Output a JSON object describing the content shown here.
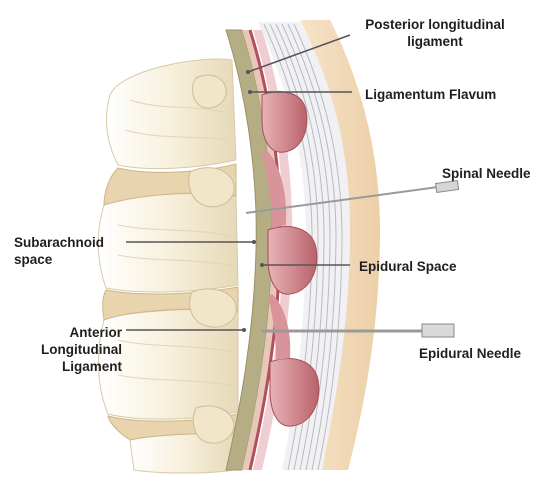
{
  "labels": {
    "posterior_longitudinal_ligament": "Posterior longitudinal\nligament",
    "ligamentum_flavum": "Ligamentum Flavum",
    "spinal_needle": "Spinal Needle",
    "subarachnoid_space": "Subarachnoid\nspace",
    "epidural_space": "Epidural Space",
    "anterior_longitudinal_ligament": "Anterior\nLongitudinal\nLigament",
    "epidural_needle": "Epidural Needle"
  },
  "colors": {
    "bone": "#f4ecd7",
    "bone_shadow": "#dccfae",
    "disc": "#e9d7b3",
    "dura": "#b9b187",
    "subarachnoid": "#d8c9a0",
    "epidural_fat": "#d99ca3",
    "ligament_red": "#b85a63",
    "spinous_process": "#c97a86",
    "muscle_lines": "#b9b9c4",
    "skin": "#f2d8b6",
    "leader_line": "#555555",
    "needle": "#9a9a9a"
  }
}
